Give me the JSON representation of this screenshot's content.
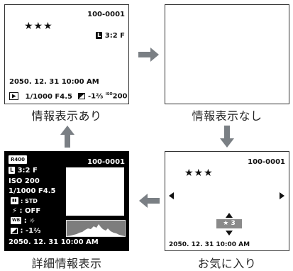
{
  "screens": {
    "info_on": {
      "frame_no": "100-0001",
      "stars": "★★★",
      "size_chip": "L",
      "aspect": "3:2 F",
      "datetime": "2050. 12. 31   10:00 AM",
      "play_icon": "play-icon",
      "bottom_line": "1/1000   F4.5",
      "ev": "-1⅔",
      "iso_label": "ISO",
      "iso_value": "200"
    },
    "info_off": {},
    "detail": {
      "iso_chip": "R400",
      "frame_no": "100-0001",
      "size_chip": "L",
      "aspect": "3:2 F",
      "iso": "ISO 200",
      "shutter_aperture": "1/1000    F4.5",
      "drive_value": ": STD",
      "flash_value": ": OFF",
      "wb_value": ":",
      "ev_value": ": -1⅔",
      "datetime": "2050. 12. 31    10:00 AM"
    },
    "favorites": {
      "frame_no": "100-0001",
      "stars": "★★★",
      "rating_chip": "★ 3",
      "datetime": "2050. 12. 31   10:00 AM"
    }
  },
  "captions": {
    "info_on": "情報表示あり",
    "info_off": "情報表示なし",
    "detail": "詳細情報表示",
    "favorites": "お気に入り"
  },
  "colors": {
    "arrow": "#7a7f84",
    "dark_bg": "#000000"
  }
}
